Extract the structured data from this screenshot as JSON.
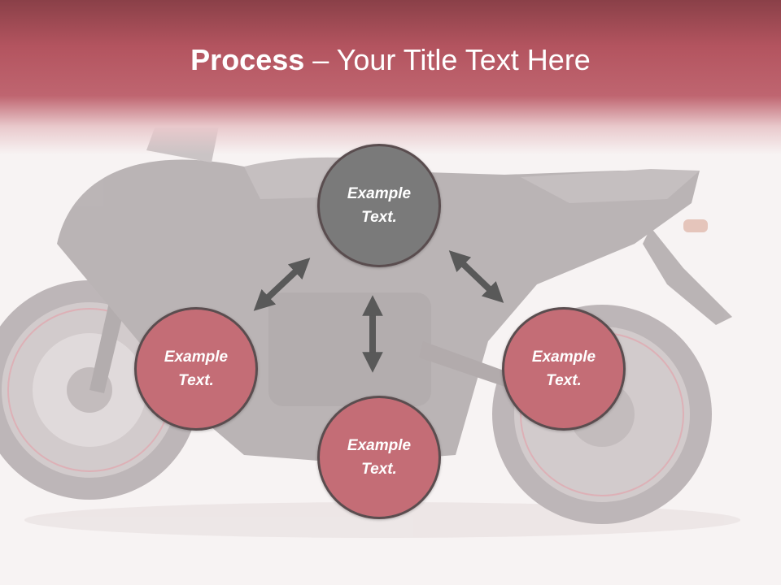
{
  "slide": {
    "title_bold": "Process",
    "title_rest": " – Your Title Text Here"
  },
  "nodes": {
    "top": {
      "line1": "Example",
      "line2": "Text."
    },
    "left": {
      "line1": "Example",
      "line2": "Text."
    },
    "bottom": {
      "line1": "Example",
      "line2": "Text."
    },
    "right": {
      "line1": "Example",
      "line2": "Text."
    }
  },
  "colors": {
    "header_red": "#b3545f",
    "node_fill": "#c46d76",
    "center_node_fill": "#7a7a7a",
    "arrow_gray": "#595959"
  },
  "background_image": "motorcycle-photo"
}
